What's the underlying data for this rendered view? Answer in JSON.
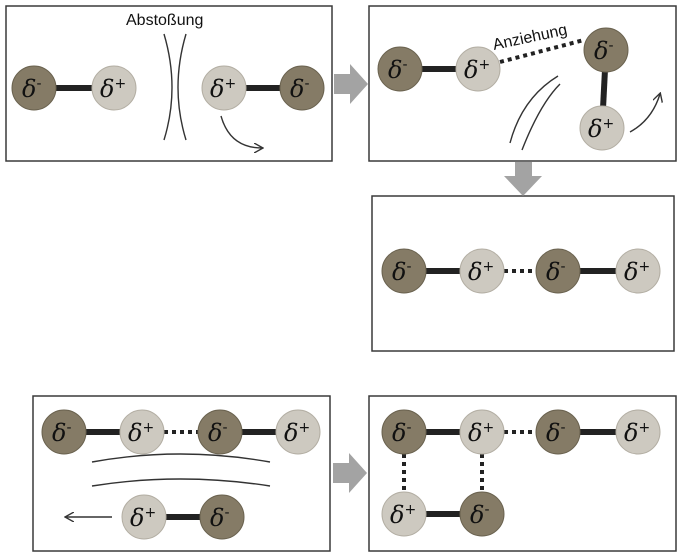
{
  "labels": {
    "repulsion": "Abstoßung",
    "attraction": "Anziehung"
  },
  "symbols": {
    "delta": "δ",
    "negative": "-",
    "positive": "+"
  },
  "colors": {
    "negative_atom": "#857b66",
    "positive_atom": "#cdc9c0",
    "bond": "#222222",
    "transition_arrow": "#a3a3a3"
  }
}
